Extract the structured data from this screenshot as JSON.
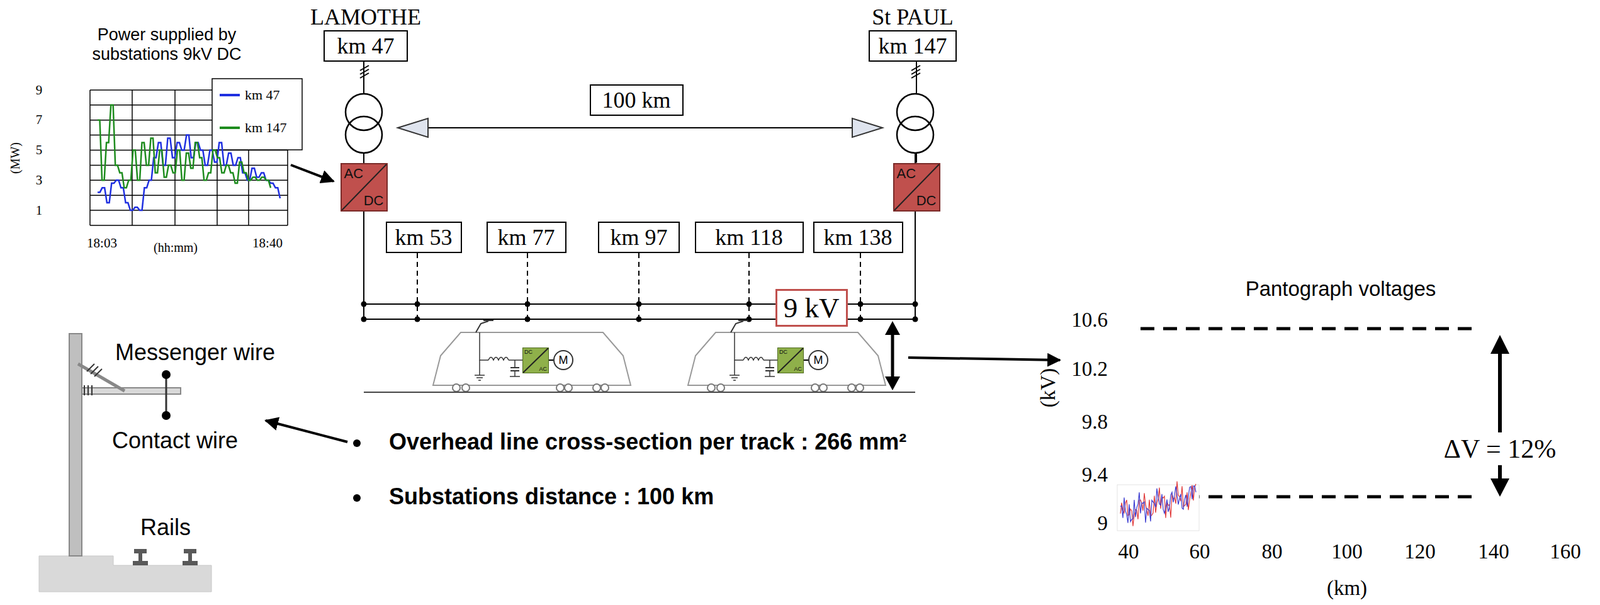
{
  "diagram": {
    "nodes": [
      {
        "text": [
          "LAMOTHE",
          "km 47"
        ]
      },
      {
        "text": [
          "St PAUL",
          "km 147"
        ]
      },
      {
        "text": [
          "100 km"
        ]
      },
      {
        "text": [
          "AC",
          "DC"
        ]
      },
      {
        "text": [
          "AC",
          "DC"
        ]
      },
      {
        "text": [
          "km 53"
        ]
      },
      {
        "text": [
          "km 77"
        ]
      },
      {
        "text": [
          "km 97"
        ]
      },
      {
        "text": [
          "km 118"
        ]
      },
      {
        "text": [
          "km 138"
        ]
      },
      {
        "text": [
          "9 kV"
        ]
      },
      {
        "text": [
          "DC",
          "AC"
        ]
      },
      {
        "text": [
          "M"
        ]
      },
      {
        "text": [
          "DC",
          "AC"
        ]
      },
      {
        "text": [
          "M"
        ]
      }
    ],
    "edges": [
      {
        "from": 0,
        "to": 3,
        "arrow": "none"
      },
      {
        "from": 1,
        "to": 4,
        "arrow": "none"
      },
      {
        "from": 11,
        "to": 12,
        "arrow": "none"
      },
      {
        "from": 13,
        "to": 14,
        "arrow": "none"
      }
    ],
    "labels": [
      "Power supplied by substations 9kV DC",
      "9",
      "7",
      "5",
      "3",
      "1",
      "(MW)",
      "18:03",
      "(hh:mm)",
      "18:40",
      "Messenger wire",
      "Contact wire",
      "Rails",
      "Overhead line cross-section per track : 266 mm²",
      "Substations distance : 100 km",
      "Pantograph voltages",
      "10.6",
      "10.2",
      "9.8",
      "9.4",
      "9",
      "(kV)",
      "40",
      "60",
      "80",
      "100",
      "120",
      "140",
      "160",
      "(km)",
      "ΔV = 12%"
    ],
    "legend": [
      {
        "text": "km 47",
        "color": "#1f2fe0"
      },
      {
        "text": "km 147",
        "color": "#1e8c1e"
      }
    ]
  }
}
